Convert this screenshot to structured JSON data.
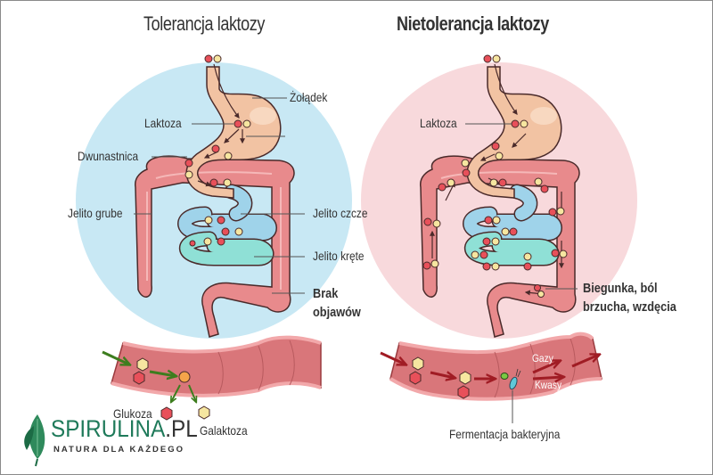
{
  "titles": {
    "left": "Tolerancja laktozy",
    "right": "Nietolerancja laktozy"
  },
  "left_panel": {
    "background_color": "#c8e8f4",
    "labels": {
      "stomach": "Żołądek",
      "lactose": "Laktoza",
      "duodenum": "Dwunastnica",
      "large_intestine": "Jelito grube",
      "jejunum": "Jelito czcze",
      "ileum": "Jelito kręte",
      "outcome_line1": "Brak",
      "outcome_line2": "objawów"
    },
    "tube": {
      "labels": {
        "glucose": "Glukoza",
        "galactose": "Galaktoza"
      },
      "arrow_color": "#3d7d1e"
    }
  },
  "right_panel": {
    "background_color": "#f8d9dc",
    "labels": {
      "lactose": "Laktoza",
      "outcome_line1": "Biegunka, ból",
      "outcome_line2": "brzucha, wzdęcia"
    },
    "tube": {
      "labels": {
        "gases": "Gazy",
        "acids": "Kwasy",
        "fermentation": "Fermentacja bakteryjna"
      },
      "arrow_color": "#a01c24"
    }
  },
  "colors": {
    "glucose": "#e8505a",
    "galactose": "#f6e6a0",
    "stomach": "#f2c3a3",
    "colon": "#e88a8c",
    "small_intestine_blue": "#9fd3ea",
    "small_intestine_teal": "#8fe0d6",
    "tube": "#d9767a"
  },
  "logo": {
    "brand": "SPIRULINA",
    "tld": ".PL",
    "tagline": "NATURA DLA KAŻDEGO",
    "brand_color": "#1f7a5a"
  }
}
